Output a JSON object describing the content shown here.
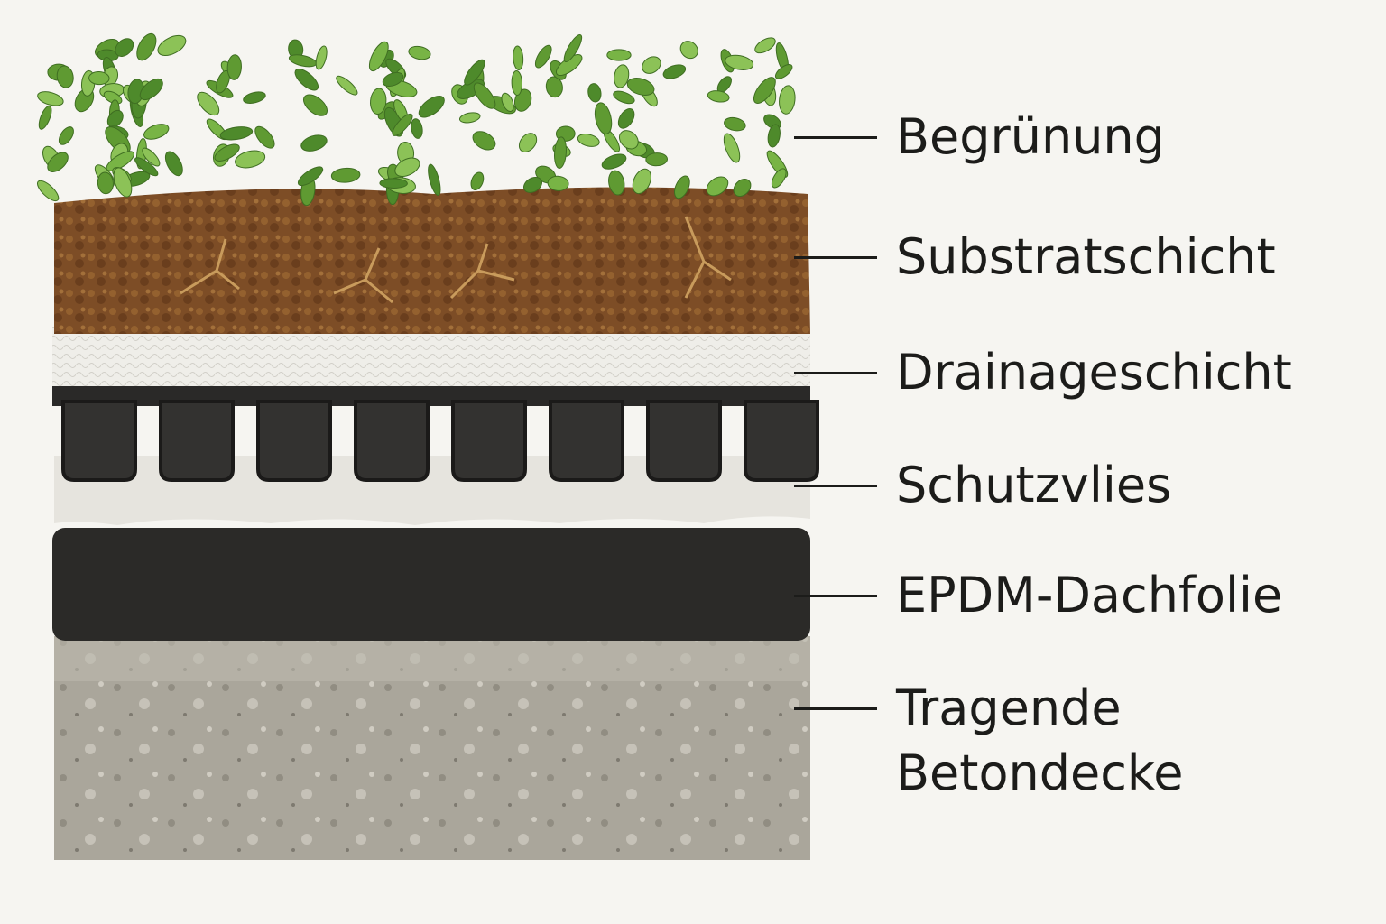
{
  "layers": [
    {
      "label": "Begrünung",
      "color": "#6fa83c"
    },
    {
      "label": "Substratschicht",
      "color": "#7a4a24"
    },
    {
      "label": "Drainageschicht",
      "color": "#ecebe6"
    },
    {
      "label": "Schutzvlies",
      "color": "#e6e4de"
    },
    {
      "label": "EPDM-Dachfolie",
      "color": "#2b2a28"
    },
    {
      "label_line1": "Tragende",
      "label_line2": "Betondecke",
      "color": "#a9a59a"
    }
  ]
}
